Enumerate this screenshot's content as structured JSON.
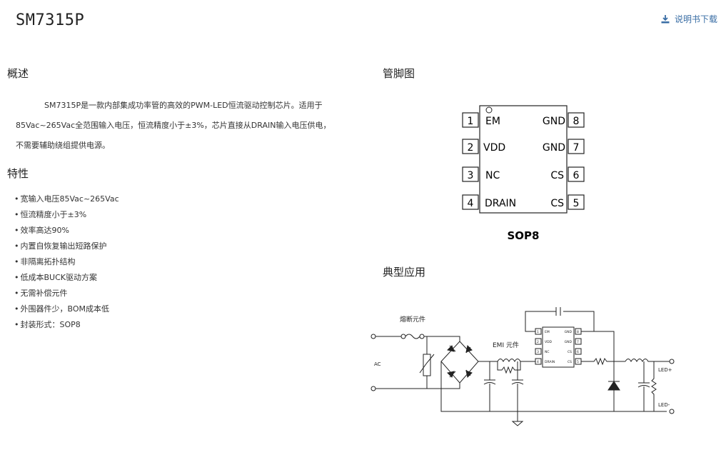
{
  "header": {
    "title": "SM7315P",
    "download_label": "说明书下载",
    "download_icon": "download-icon"
  },
  "overview": {
    "heading": "概述",
    "paragraph_lines": [
      "SM7315P是一款内部集成功率管的高效的PWM-LED恒流驱动控制芯片。适用于",
      "85Vac~265Vac全范围输入电压，恒流精度小于±3%，芯片直接从DRAIN输入电压供电，",
      "不需要辅助绕组提供电源。"
    ]
  },
  "features": {
    "heading": "特性",
    "items": [
      "宽输入电压85Vac~265Vac",
      "恒流精度小于±3%",
      "效率高达90%",
      "内置自恢复输出短路保护",
      "非隔离拓扑结构",
      "低成本BUCK驱动方案",
      "无需补偿元件",
      "外围器件少，BOM成本低",
      "封装形式：SOP8"
    ]
  },
  "pinout": {
    "heading": "管脚图",
    "package": "SOP8",
    "left_pins": [
      {
        "num": "1",
        "name": "EM"
      },
      {
        "num": "2",
        "name": "VDD"
      },
      {
        "num": "3",
        "name": "NC"
      },
      {
        "num": "4",
        "name": "DRAIN"
      }
    ],
    "right_pins": [
      {
        "num": "8",
        "name": "GND"
      },
      {
        "num": "7",
        "name": "GND"
      },
      {
        "num": "6",
        "name": "CS"
      },
      {
        "num": "5",
        "name": "CS"
      }
    ]
  },
  "application": {
    "heading": "典型应用",
    "labels": {
      "fuse": "熔断元件",
      "emi": "EMI 元件",
      "ac": "AC",
      "led_plus": "LED+",
      "led_minus": "LED-"
    },
    "chip_left": [
      "EM",
      "VDD",
      "NC",
      "DRAIN"
    ],
    "chip_right": [
      "GND",
      "GND",
      "CS",
      "CS"
    ],
    "chip_left_nums": [
      "1",
      "2",
      "3",
      "4"
    ],
    "chip_right_nums": [
      "8",
      "7",
      "6",
      "5"
    ]
  }
}
